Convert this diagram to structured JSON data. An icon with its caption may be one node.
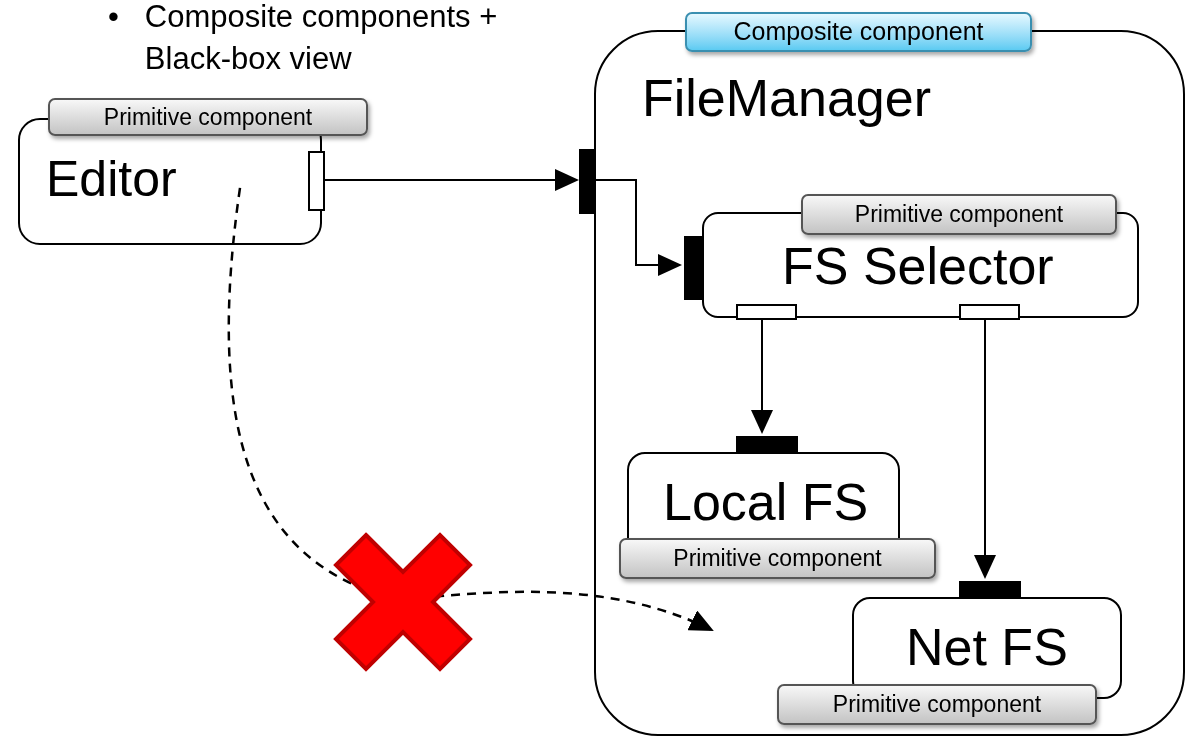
{
  "diagram": {
    "nodes": [
      {
        "text": [
          "Primitive component",
          "Editor"
        ]
      },
      {
        "text": [
          "Composite component",
          "FileManager"
        ]
      },
      {
        "text": [
          "Primitive component",
          "FS Selector"
        ],
        "in": 1
      },
      {
        "text": [
          "Local FS",
          "Primitive component"
        ],
        "in": 1
      },
      {
        "text": [
          "Net FS",
          "Primitive component"
        ],
        "in": 1
      }
    ],
    "edges": [
      {
        "from": 0,
        "to": 1,
        "arrow": "to"
      },
      {
        "from": 1,
        "to": 2,
        "arrow": "to"
      },
      {
        "from": 2,
        "to": 3,
        "arrow": "to"
      },
      {
        "from": 2,
        "to": 4,
        "arrow": "to"
      },
      {
        "from": 0,
        "to": null,
        "arrow": "to",
        "style": "dashed"
      }
    ],
    "labels": [
      "•",
      "Composite components + Black-box view"
    ]
  }
}
